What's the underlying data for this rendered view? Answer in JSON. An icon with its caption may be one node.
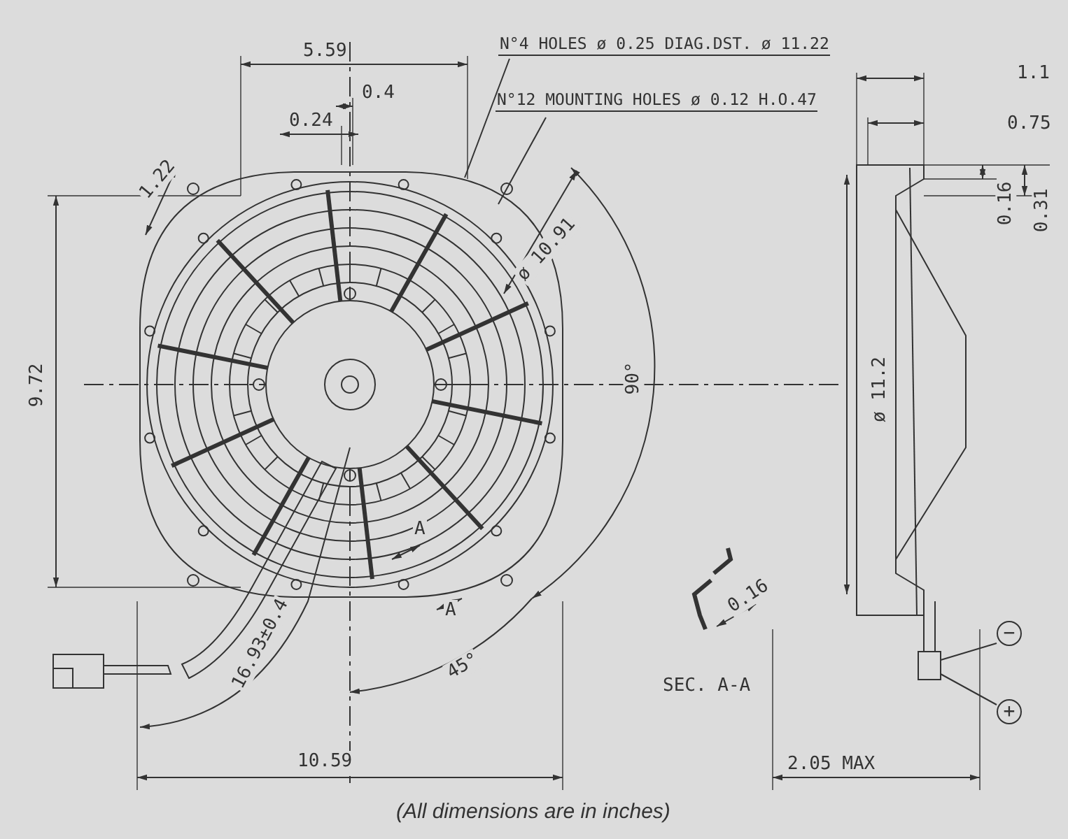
{
  "diagram": {
    "caption": "(All dimensions are in inches)",
    "nodes": [
      {
        "text": [
          "N°4 HOLES ø 0.25 DIAG.DST. ø 11.22"
        ]
      },
      {
        "text": [
          "N°12 MOUNTING HOLES ø 0.12 H.O.47"
        ]
      },
      {
        "text": [
          "−"
        ]
      },
      {
        "text": [
          "+"
        ]
      },
      {
        "text": [],
        "shape": "box"
      }
    ],
    "edges": [
      {
        "from": 0,
        "to": null,
        "arrow": "none"
      },
      {
        "from": 1,
        "to": null,
        "arrow": "none"
      },
      {
        "from": 2,
        "to": 4,
        "arrow": "none"
      },
      {
        "from": 3,
        "to": 4,
        "arrow": "none"
      }
    ],
    "labels": [
      "5.59",
      "0.4",
      "0.24",
      "1.1",
      "0.75",
      "1.22",
      "ø 10.91",
      "0.16",
      "0.31",
      "9.72",
      "90°",
      "ø 11.2",
      "A",
      "A",
      "0.16",
      "45°",
      "SEC. A-A",
      "16.93±0.4",
      "10.59",
      "2.05 MAX"
    ]
  }
}
